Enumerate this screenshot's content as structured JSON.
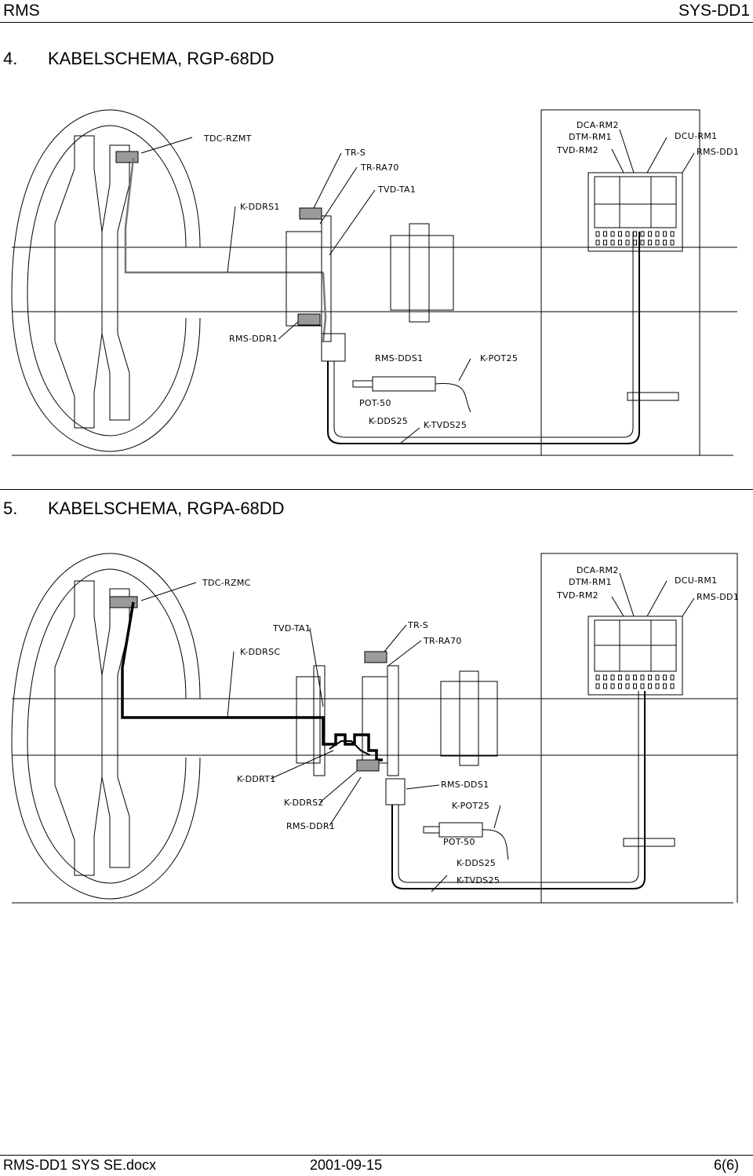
{
  "header": {
    "left": "RMS",
    "right": "SYS-DD1"
  },
  "section4": {
    "number": "4.",
    "title": "KABELSCHEMA, RGP-68DD",
    "labels": {
      "tdc": "TDC-RZMT",
      "trs": "TR-S",
      "trra": "TR-RA70",
      "tvdta": "TVD-TA1",
      "kddrs": "K-DDRS1",
      "dcarm2": "DCA-RM2",
      "dtmrm1": "DTM-RM1",
      "tvdrm2": "TVD-RM2",
      "dcurm1": "DCU-RM1",
      "rmsdd1": "RMS-DD1",
      "rmsddr1": "RMS-DDR1",
      "rmsdds1": "RMS-DDS1",
      "kpot25": "K-POT25",
      "pot50": "POT-50",
      "kdds25": "K-DDS25",
      "ktvds25": "K-TVDS25"
    }
  },
  "section5": {
    "number": "5.",
    "title": "KABELSCHEMA, RGPA-68DD",
    "labels": {
      "tdc": "TDC-RZMC",
      "tvdta": "TVD-TA1",
      "trs": "TR-S",
      "trra": "TR-RA70",
      "kddrsc": "K-DDRSC",
      "dcarm2": "DCA-RM2",
      "dtmrm1": "DTM-RM1",
      "tvdrm2": "TVD-RM2",
      "dcurm1": "DCU-RM1",
      "rmsdd1": "RMS-DD1",
      "kddrt1": "K-DDRT1",
      "kddrs2": "K-DDRS2",
      "rmsddr1": "RMS-DDR1",
      "rmsdds1": "RMS-DDS1",
      "kpot25": "K-POT25",
      "pot50": "POT-50",
      "kdds25": "K-DDS25",
      "ktvds25": "K-TVDS25"
    }
  },
  "footer": {
    "file": "RMS-DD1 SYS SE.docx",
    "date": "2001-09-15",
    "page": "6(6)"
  }
}
